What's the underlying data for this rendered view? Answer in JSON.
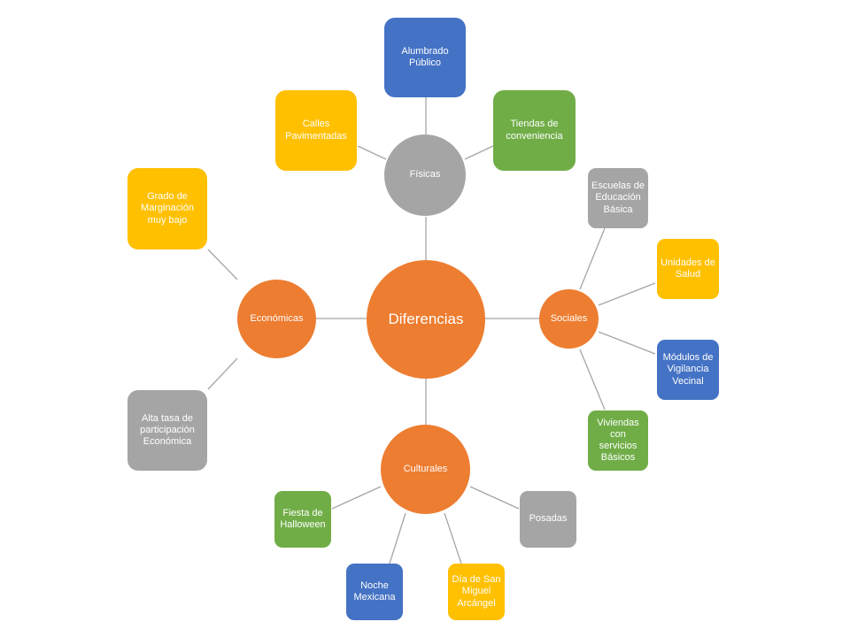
{
  "diagram": {
    "center": "Diferencias",
    "colors": {
      "orange": "#ED7D31",
      "gray": "#A5A5A5",
      "yellow": "#FFC000",
      "blue": "#4472C4",
      "green": "#70AD47",
      "connector": "#A5A5A5"
    },
    "categories": {
      "fisicas": "Físicas",
      "sociales": "Sociales",
      "culturales": "Culturales",
      "economicas": "Económicas"
    },
    "fisicas_items": {
      "alumbrado": "Alumbrado Público",
      "tiendas": "Tiendas de conveniencia",
      "calles": "Calles Pavimentadas"
    },
    "sociales_items": {
      "escuelas": "Escuelas de Educación Básica",
      "unidades": "Unidades de Salud",
      "modulos": "Módulos de Vigilancia Vecinal",
      "viviendas": "Viviendas con servicios Básicos"
    },
    "culturales_items": {
      "posadas": "Posadas",
      "san_miguel": "Día de San Miguel Arcángel",
      "noche": "Noche Mexicana",
      "halloween": "Fiesta de Halloween"
    },
    "economicas_items": {
      "marginacion": "Grado de Marginación muy bajo",
      "participacion": "Alta tasa de participación Económica"
    }
  }
}
